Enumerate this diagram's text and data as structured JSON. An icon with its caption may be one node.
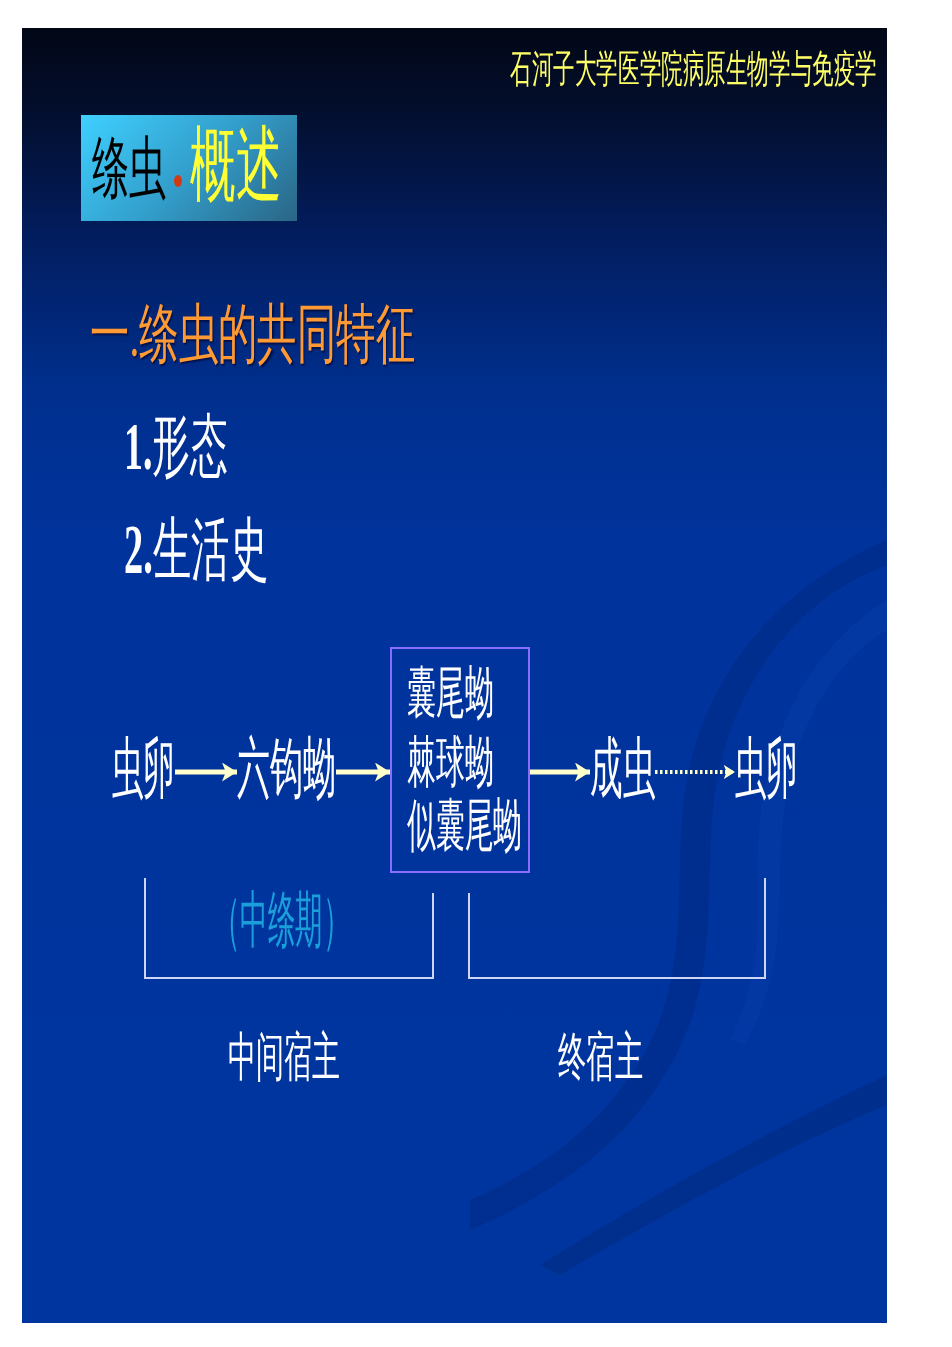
{
  "diagram": {
    "nodes": [
      {
        "text": [
          "绦虫",
          "概述"
        ]
      },
      {
        "text": [
          "虫卵"
        ]
      },
      {
        "text": [
          "六钩蚴"
        ]
      },
      {
        "text": [
          "囊尾蚴",
          "棘球蚴",
          "似囊尾蚴"
        ]
      },
      {
        "text": [
          "成虫"
        ]
      },
      {
        "text": [
          "虫卵"
        ]
      }
    ],
    "edges": [
      {
        "from": 1,
        "to": 2,
        "arrow": "to"
      },
      {
        "from": 2,
        "to": 3,
        "arrow": "to"
      },
      {
        "from": 3,
        "to": 4,
        "arrow": "to"
      },
      {
        "from": 4,
        "to": 5,
        "arrow": "to",
        "style": "dashed"
      }
    ],
    "labels": [
      "石河子大学医学院病原生物学与免疫学",
      "一.绦虫的共同特征",
      "**1.**形态",
      "**2.**生活史",
      "（中绦期）",
      "中间宿主",
      "终宿主"
    ]
  }
}
